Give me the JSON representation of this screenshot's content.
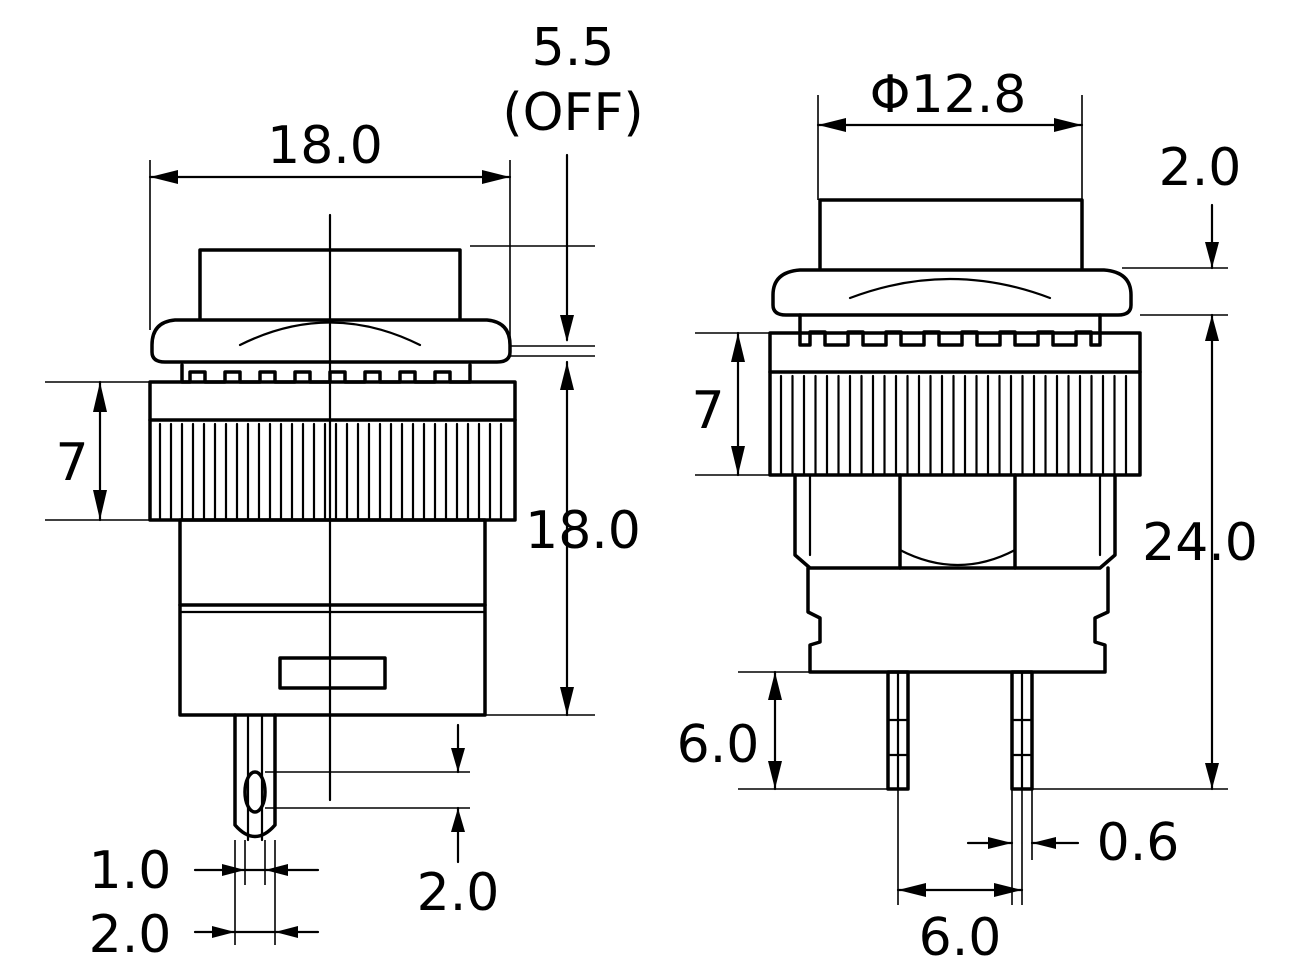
{
  "dimensions": {
    "side_view": {
      "width": "18.0",
      "travel": "5.5",
      "travel_note": "(OFF)",
      "nut_height": "7",
      "height": "18.0",
      "terminal_width": "1.0",
      "terminal_total_width": "2.0",
      "terminal_hole_pitch": "2.0"
    },
    "front_view": {
      "cap_diameter": "Φ12.8",
      "flange_height": "2.0",
      "nut_height": "7",
      "total_height": "24.0",
      "pin_length": "6.0",
      "pin_width": "0.6",
      "pin_spacing": "6.0"
    }
  },
  "colors": {
    "line": "#000000",
    "background": "#ffffff"
  }
}
